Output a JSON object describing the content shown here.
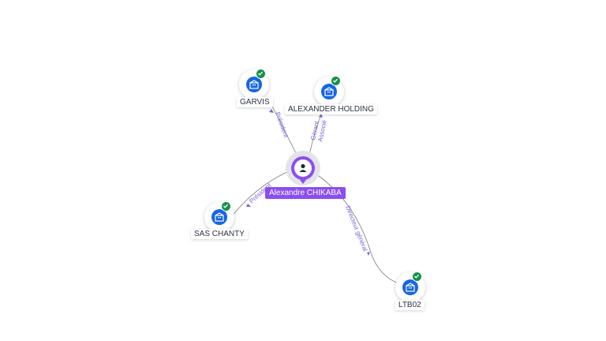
{
  "center": {
    "name": "Alexandre CHIKABA",
    "icon": "person-icon",
    "color": "#8b4ef0"
  },
  "companies": [
    {
      "name": "GARVIS",
      "role": "Président",
      "icon": "building-icon",
      "verified": true
    },
    {
      "name": "ALEXANDER HOLDING",
      "role_lines": [
        "Gérant",
        "Associé"
      ],
      "icon": "building-icon",
      "verified": true
    },
    {
      "name": "SAS CHANTY",
      "role": "Président",
      "icon": "building-icon",
      "verified": true
    },
    {
      "name": "LTB02",
      "role": "Directeur général",
      "icon": "building-icon",
      "verified": true
    }
  ],
  "colors": {
    "company": "#1565e6",
    "verified": "#14924a",
    "edge": "#7a7a7a",
    "edge_label": "#7b5fe0"
  }
}
